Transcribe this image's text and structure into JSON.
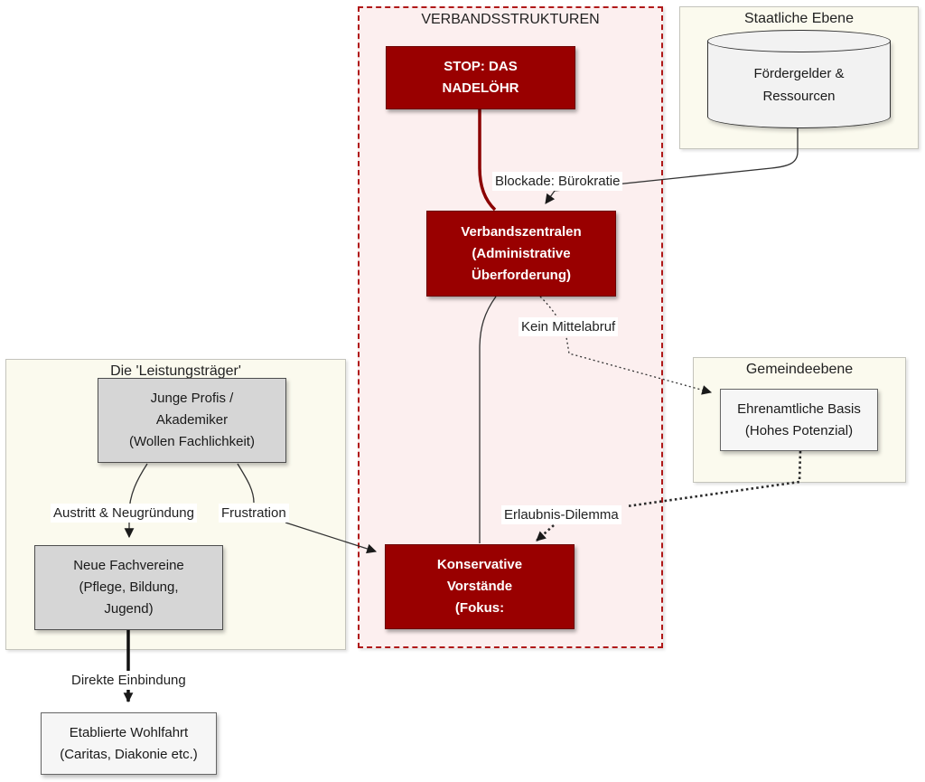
{
  "diagram": {
    "clusters": {
      "verbandsstrukturen": {
        "title": "VERBANDSSTRUKTUREN"
      },
      "staatliche_ebene": {
        "title": "Staatliche Ebene"
      },
      "leistungstraeger": {
        "title": "Die 'Leistungsträger'"
      },
      "gemeindeebene": {
        "title": "Gemeindeebene"
      }
    },
    "nodes": {
      "stop_nadeloehr": {
        "text": "STOP: DAS\nNADELÖHR"
      },
      "verbandszentralen": {
        "text": "Verbandszentralen\n(Administrative\nÜberforderung)"
      },
      "konservative_vorstaende": {
        "text": "Konservative\nVorstände\n(Fokus:"
      },
      "foerdergelder": {
        "text": "Fördergelder &\nRessourcen"
      },
      "junge_profis": {
        "text": "Junge Profis /\nAkademiker\n(Wollen Fachlichkeit)"
      },
      "neue_fachvereine": {
        "text": "Neue Fachvereine\n(Pflege, Bildung,\nJugend)"
      },
      "ehrenamtliche_basis": {
        "text": "Ehrenamtliche Basis\n(Hohes Potenzial)"
      },
      "etablierte_wohlfahrt": {
        "text": "Etablierte Wohlfahrt\n(Caritas, Diakonie etc.)"
      }
    },
    "edge_labels": {
      "blockade": "Blockade: Bürokratie",
      "kein_mittelabruf": "Kein Mittelabruf",
      "austritt": "Austritt & Neugründung",
      "frustration": "Frustration",
      "erlaubnis_dilemma": "Erlaubnis-Dilemma",
      "direkte_einbindung": "Direkte Einbindung"
    },
    "colors": {
      "node_red_fill": "#990000",
      "node_red_border": "#6b0000",
      "edge_red": "#8b0000",
      "cluster_pink_fill": "#fcefef",
      "cluster_pink_border": "#b01818",
      "cluster_cream_fill": "#fbfaee",
      "node_gray_fill": "#d6d6d6",
      "node_light_fill": "#f6f6f6",
      "cylinder_fill": "#f2f2f2",
      "edge_black": "#333333",
      "text_dark": "#222222",
      "text_on_red": "#ffffff"
    }
  }
}
